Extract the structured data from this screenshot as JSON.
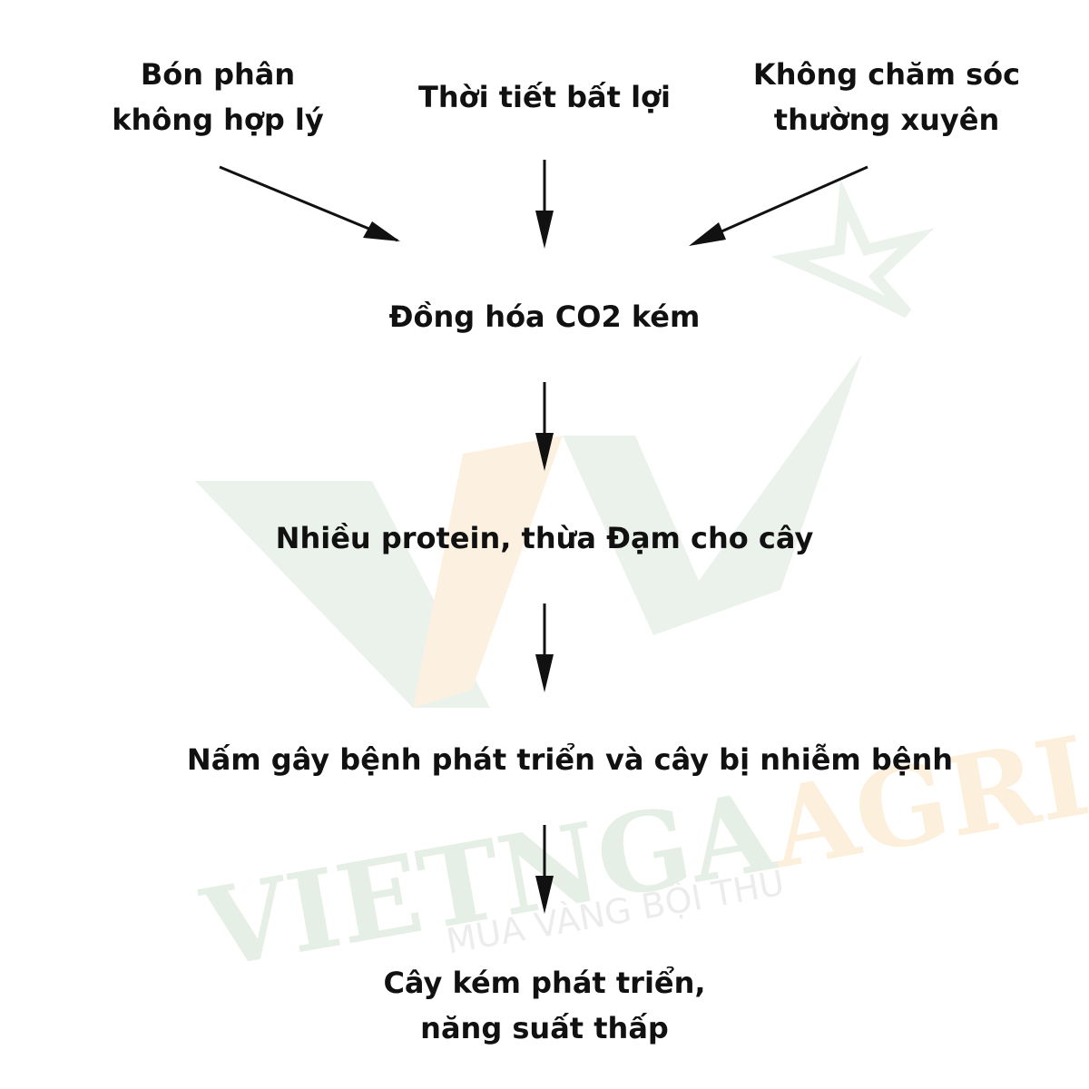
{
  "nodes": {
    "fertilizer": {
      "line1": "Bón phân",
      "line2": "không hợp lý"
    },
    "weather": {
      "line1": "Thời tiết bất lợi"
    },
    "care": {
      "line1": "Không chăm sóc",
      "line2": "thường xuyên"
    },
    "co2": {
      "line1": "Đồng hóa CO2 kém"
    },
    "protein": {
      "line1": "Nhiều protein, thừa Đạm cho cây"
    },
    "fungus": {
      "line1": "Nấm gây bệnh phát triển và cây bị nhiễm bệnh"
    },
    "result": {
      "line1": "Cây kém phát triển,",
      "line2": "năng suất thấp"
    }
  },
  "watermark": {
    "brand": "VIETNGA",
    "brand_accent": "AGRI",
    "slogan": "MÙA VÀNG BỘI THU",
    "colors": {
      "green": "#e3eee3",
      "orange": "#fdf0dc"
    }
  },
  "edges": [
    {
      "from": "fertilizer",
      "to": "co2"
    },
    {
      "from": "weather",
      "to": "co2"
    },
    {
      "from": "care",
      "to": "co2"
    },
    {
      "from": "co2",
      "to": "protein"
    },
    {
      "from": "protein",
      "to": "fungus"
    },
    {
      "from": "fungus",
      "to": "result"
    }
  ]
}
